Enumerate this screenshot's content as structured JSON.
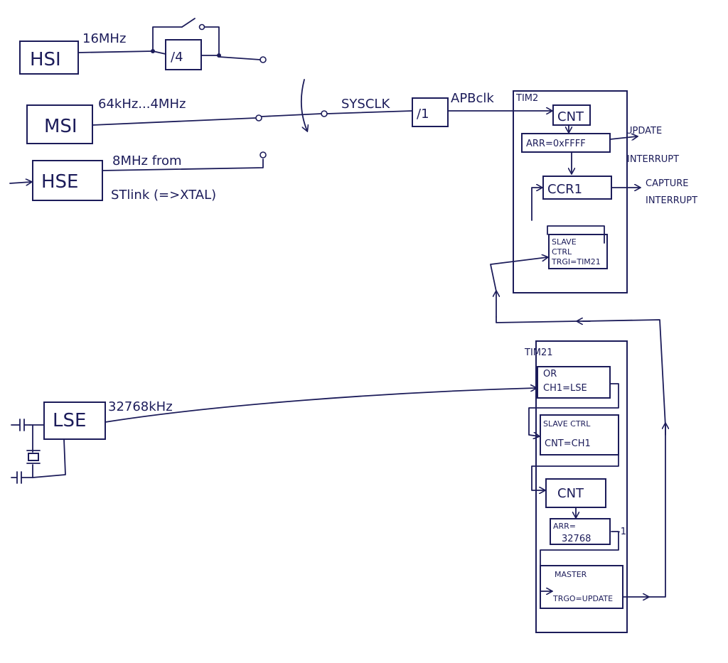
{
  "colors": {
    "ink": "#1c1c5a",
    "paper": "#ffffff"
  },
  "sources": {
    "hsi": {
      "label": "HSI",
      "freq": "16MHz",
      "divider": "/4"
    },
    "msi": {
      "label": "MSI",
      "freq": "64kHz...4MHz"
    },
    "hse": {
      "label": "HSE",
      "freq": "8MHz from",
      "note": "STlink (=>XTAL)"
    },
    "lse": {
      "label": "LSE",
      "freq": "32768kHz"
    }
  },
  "sysclk": {
    "label": "SYSCLK",
    "prescaler": "/1",
    "apb": "APBclk"
  },
  "tim2": {
    "title": "TIM2",
    "cnt": "CNT",
    "arr": "ARR=0xFFFF",
    "ccr1": "CCR1",
    "slave_line1": "SLAVE",
    "slave_line2": "CTRL",
    "slave_line3": "TRGI=TIM21",
    "update_line1": "UPDATE",
    "update_line2": "INTERRUPT",
    "capture_line1": "CAPTURE",
    "capture_line2": "INTERRUPT"
  },
  "tim21": {
    "title": "TIM21",
    "or_line1": "OR",
    "or_line2": "CH1=LSE",
    "slave_line1": "SLAVE CTRL",
    "slave_line2": "CNT=CH1",
    "cnt": "CNT",
    "arr_line1": "ARR=",
    "arr_line2": "32768",
    "arr_suffix": "-1",
    "master_line1": "MASTER",
    "master_line2": "TRGO=UPDATE"
  }
}
